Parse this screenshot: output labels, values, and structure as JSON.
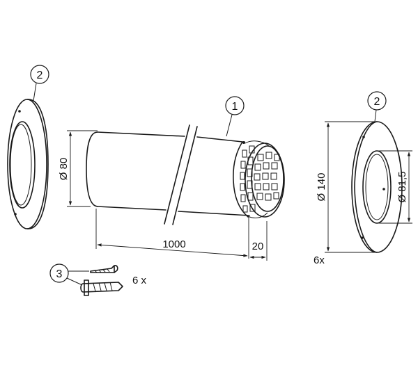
{
  "callouts": {
    "pipe": "1",
    "ring_left": "2",
    "ring_right": "2",
    "fixings": "3"
  },
  "dimensions": {
    "pipe_diameter": "Ø 80",
    "pipe_length": "1000",
    "grille_depth": "20",
    "ring_outer_diameter": "Ø 140",
    "ring_inner_diameter": "Ø 81,5"
  },
  "quantities": {
    "ring_screws": "6x",
    "fixings": "6 x"
  }
}
